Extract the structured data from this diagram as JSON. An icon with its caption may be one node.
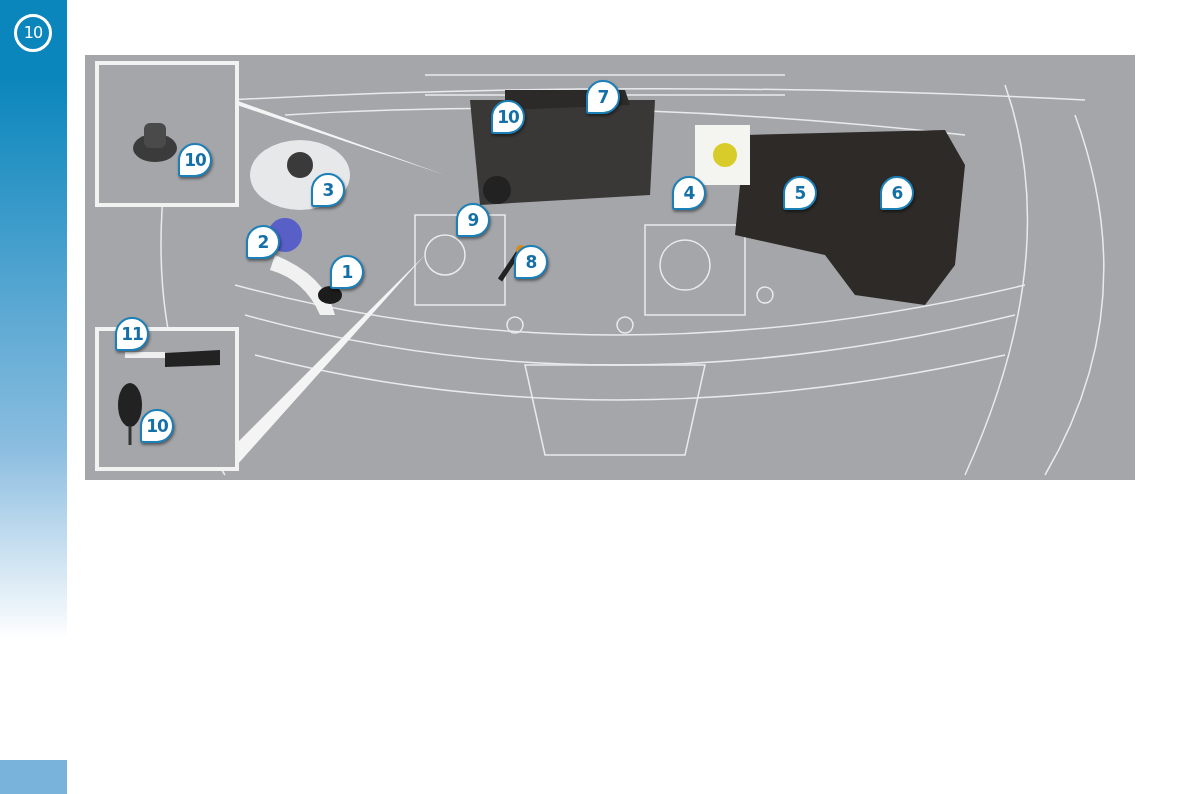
{
  "diagram": {
    "labels": [
      "10",
      "7",
      "10",
      "10",
      "3",
      "4",
      "5",
      "6",
      "9",
      "2",
      "8",
      "1",
      "11",
      "10"
    ]
  }
}
